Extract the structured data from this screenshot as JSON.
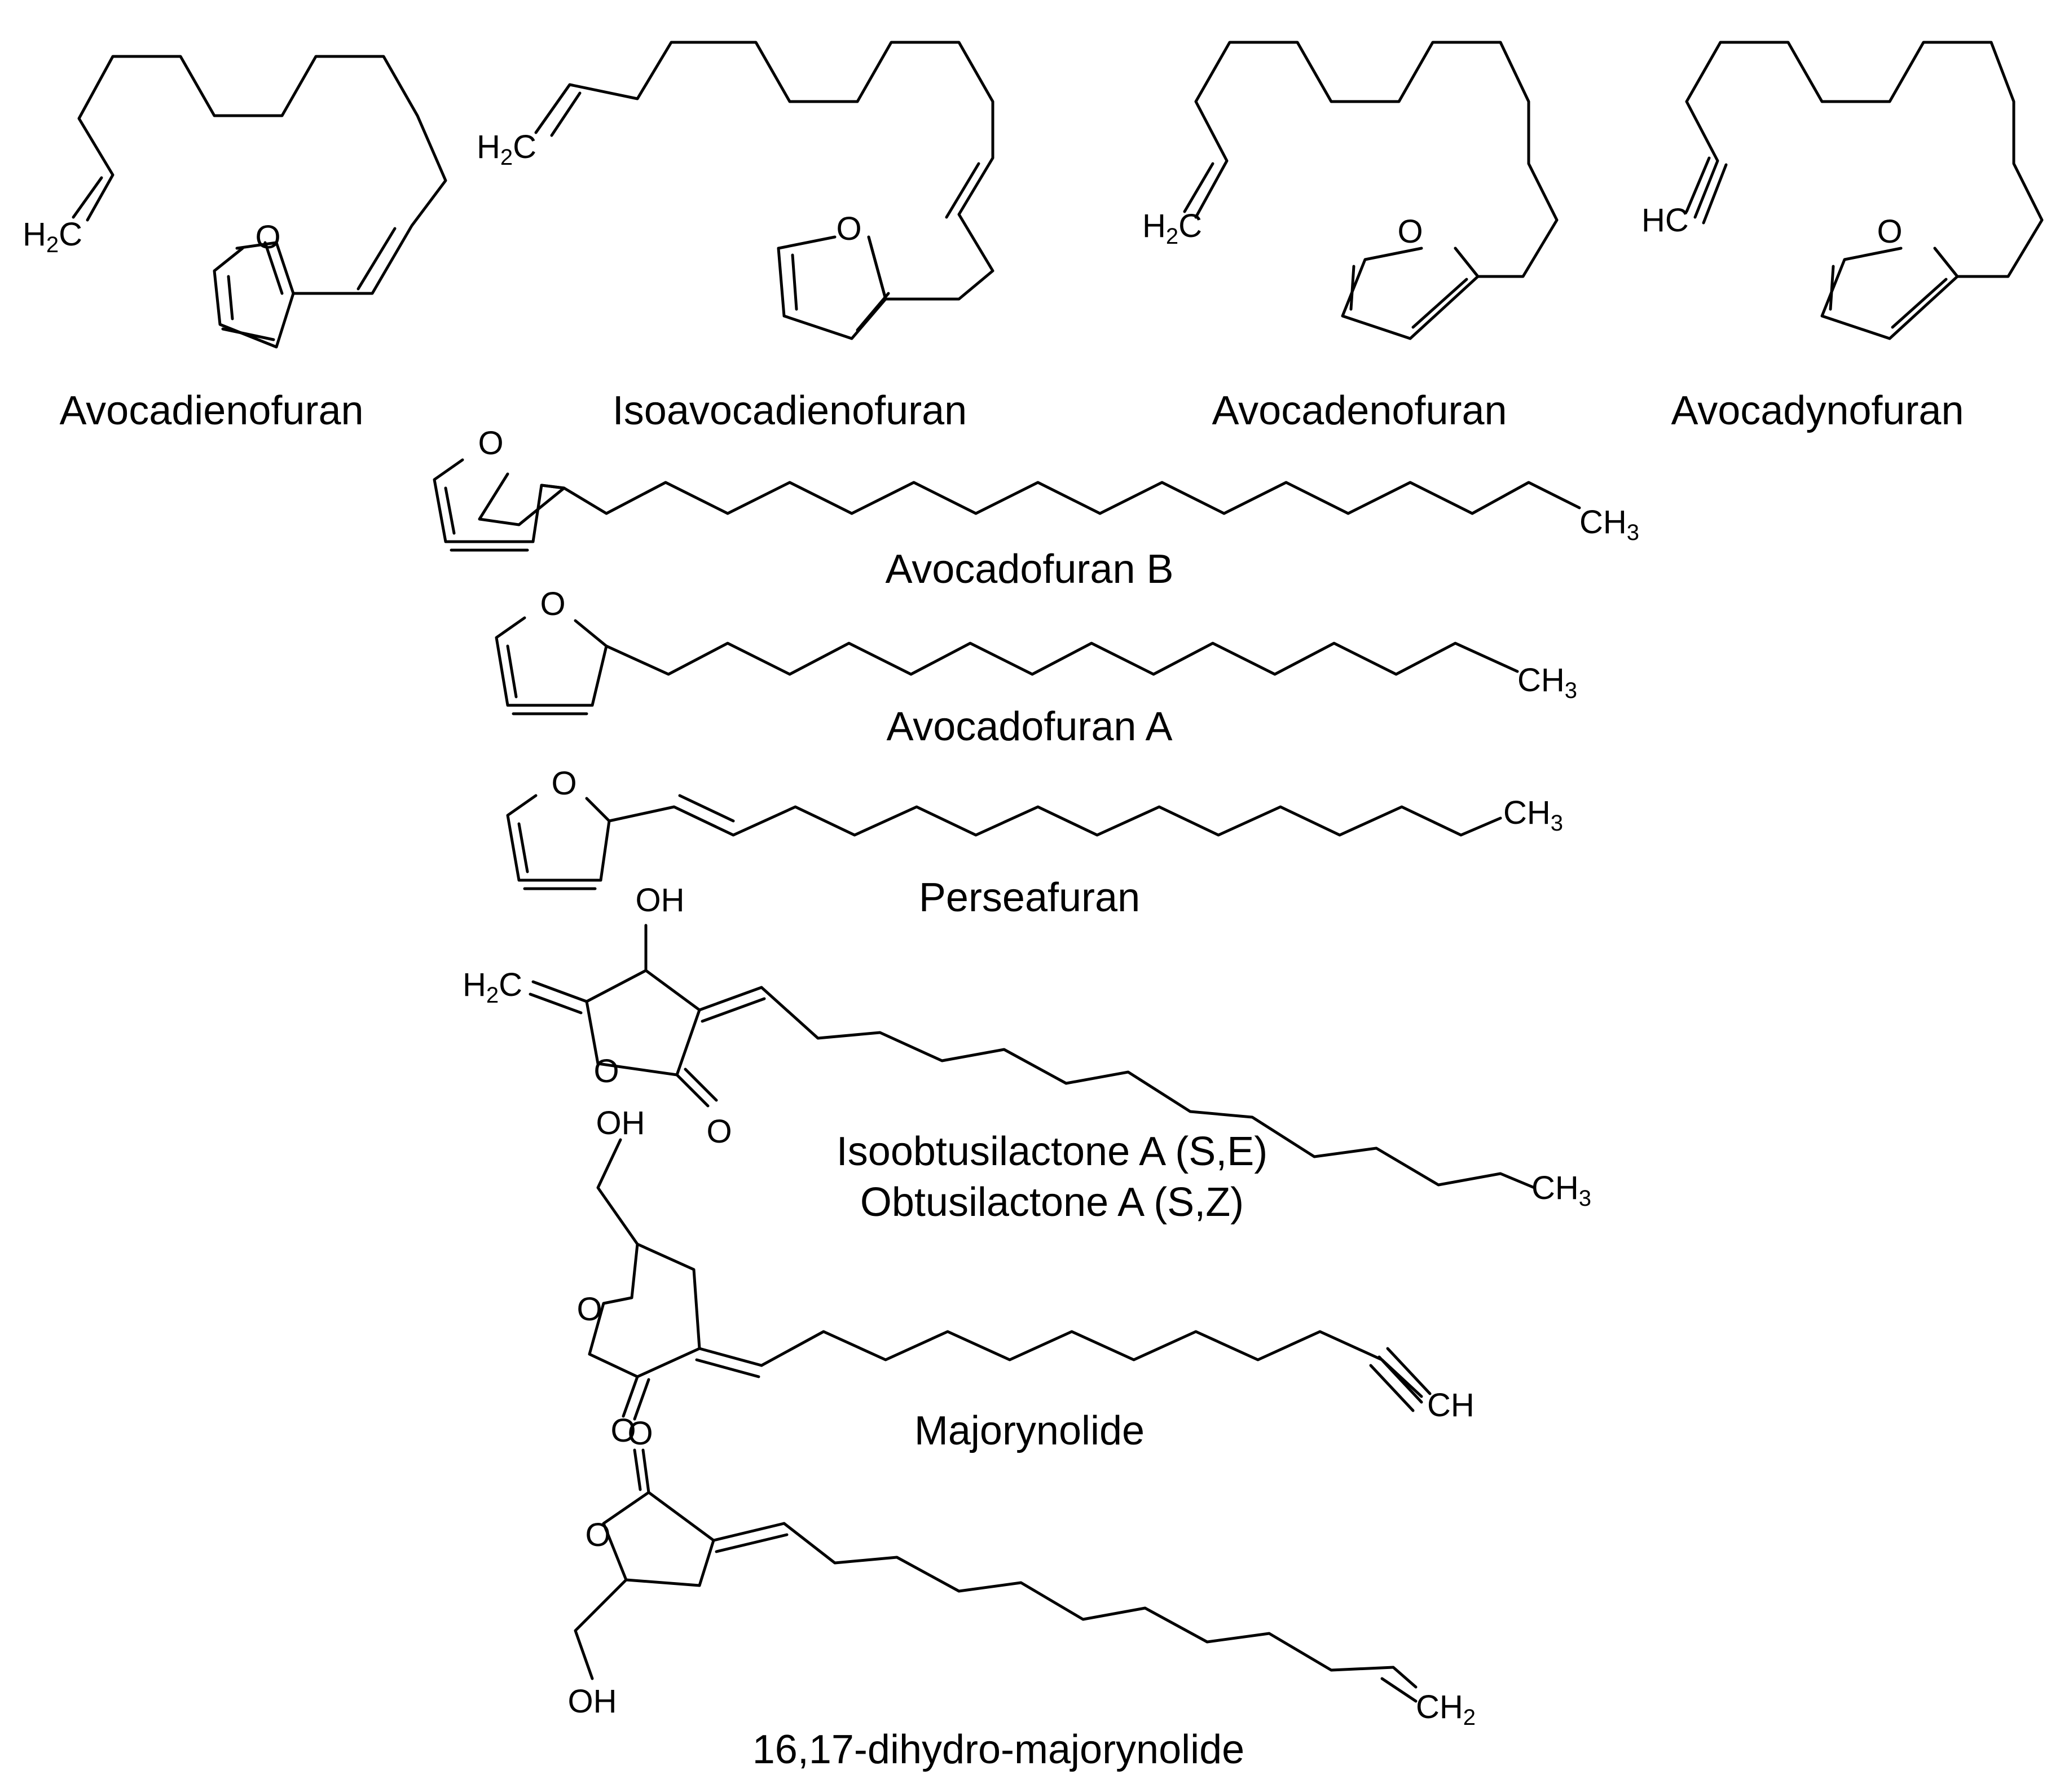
{
  "figure": {
    "compounds": [
      {
        "name": "Avocadienofuran"
      },
      {
        "name": "Isoavocadienofuran"
      },
      {
        "name": "Avocadenofuran"
      },
      {
        "name": "Avocadynofuran"
      },
      {
        "name": "Avocadofuran B"
      },
      {
        "name": "Avocadofuran A"
      },
      {
        "name": "Perseafuran"
      },
      {
        "name": "Isoobtusilactone A (S,E)",
        "alt_name": "Obtusilactone A (S,Z)"
      },
      {
        "name": "Majorynolide"
      },
      {
        "name": "16,17-dihydro-majorynolide"
      }
    ],
    "atom_labels": {
      "O": "O",
      "OH": "OH",
      "H": "H",
      "C": "C",
      "HC": "HC",
      "CH": "CH",
      "sub2": "2",
      "sub3": "3"
    }
  }
}
